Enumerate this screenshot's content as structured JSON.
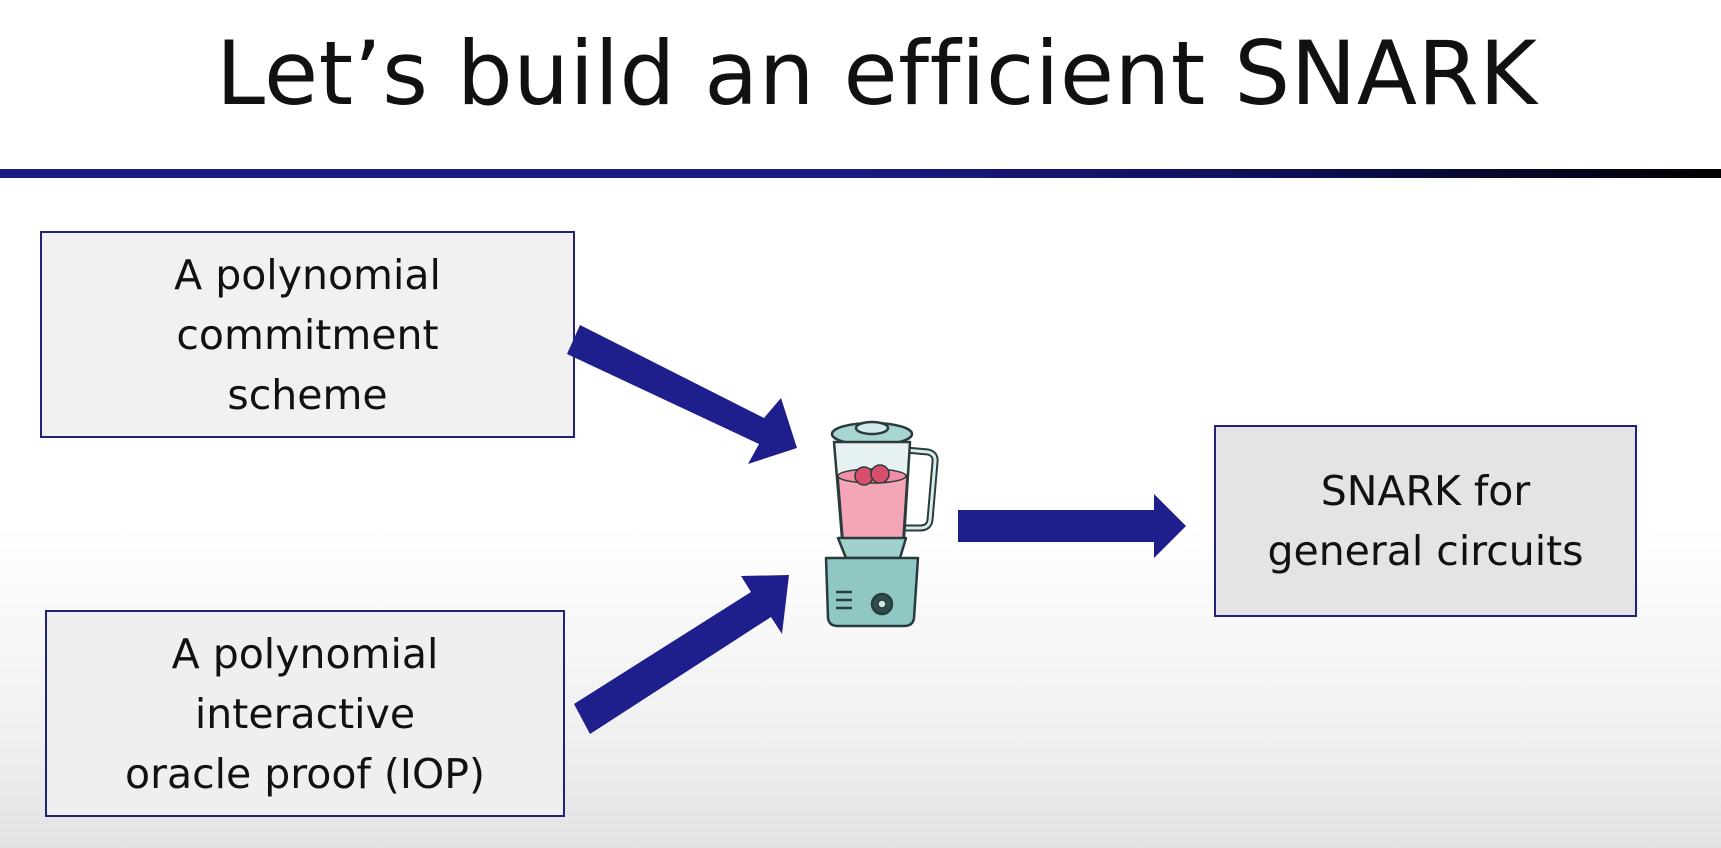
{
  "slide": {
    "title": "Let’s build an efficient SNARK"
  },
  "inputs": {
    "pcs_lines": [
      "A polynomial",
      "commitment",
      "scheme"
    ],
    "iop_lines": [
      "A polynomial",
      "interactive",
      "oracle proof (IOP)"
    ]
  },
  "output": {
    "lines": [
      "SNARK for",
      "general circuits"
    ]
  },
  "colors": {
    "arrow": "#1e1e8c",
    "rule": "#1a1a80",
    "blender_body": "#8fc7c4",
    "blender_liquid": "#f4a6b8"
  },
  "icons": {
    "mixer": "blender-icon"
  }
}
